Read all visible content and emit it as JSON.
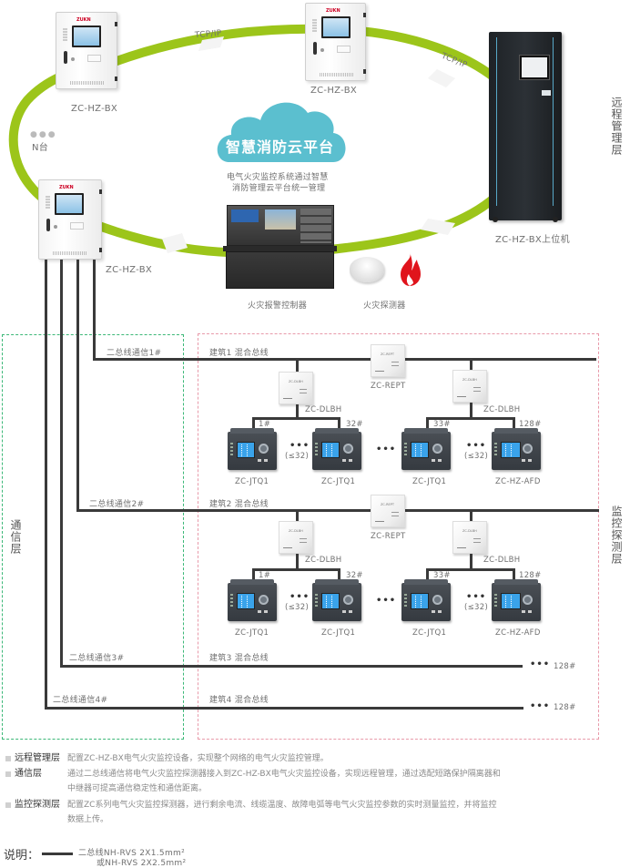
{
  "remote_layer": {
    "side_label": "远程管理层",
    "devices": [
      {
        "label": "ZC-HZ-BX"
      },
      {
        "label": "ZC-HZ-BX"
      },
      {
        "label": "ZC-HZ-BX"
      },
      {
        "label": "ZC-HZ-BX上位机"
      }
    ],
    "n_units_label": "N台",
    "tcp_labels": [
      "TCP/IP",
      "TCP/IP"
    ],
    "cloud_title": "智慧消防云平台",
    "cloud_desc_line1": "电气火灾监控系统通过智慧",
    "cloud_desc_line2": "消防管理云平台统一管理",
    "fire_alarm_controller_label": "火灾报警控制器",
    "fire_detector_label": "火灾探测器",
    "colors": {
      "ring": "#9cc51a",
      "cloud": "#5bbfcf",
      "flame": "#e0141c"
    }
  },
  "comm_layer": {
    "side_label": "通信层",
    "buses": [
      "二总线通信1#",
      "二总线通信2#",
      "二总线通信3#",
      "二总线通信4#"
    ],
    "border_color": "#3cb878"
  },
  "monitor_layer": {
    "side_label": "监控探测层",
    "border_color": "#e89aaa",
    "buildings": [
      {
        "bus_label": "建筑1  混合总线",
        "repeater_label": "ZC-REPT",
        "isolator_left_label": "ZC-DLBH",
        "isolator_right_label": "ZC-DLBH",
        "nums": [
          "1#",
          "32#",
          "33#",
          "128#"
        ],
        "count_left": "(≤32)",
        "count_right": "(≤32)",
        "meters": [
          "ZC-JTQ1",
          "ZC-JTQ1",
          "ZC-JTQ1",
          "ZC-HZ-AFD"
        ]
      },
      {
        "bus_label": "建筑2  混合总线",
        "repeater_label": "ZC-REPT",
        "isolator_left_label": "ZC-DLBH",
        "isolator_right_label": "ZC-DLBH",
        "nums": [
          "1#",
          "32#",
          "33#",
          "128#"
        ],
        "count_left": "(≤32)",
        "count_right": "(≤32)",
        "meters": [
          "ZC-JTQ1",
          "ZC-JTQ1",
          "ZC-JTQ1",
          "ZC-HZ-AFD"
        ]
      },
      {
        "bus_label": "建筑3  混合总线",
        "end_label": "128#"
      },
      {
        "bus_label": "建筑4  混合总线",
        "end_label": "128#"
      }
    ]
  },
  "legend": {
    "items": [
      {
        "name": "远程管理层",
        "desc": "配置ZC-HZ-BX电气火灾监控设备，实现整个网络的电气火灾监控管理。"
      },
      {
        "name": "通信层",
        "desc": "通过二总线通信将电气火灾监控探测器接入到ZC-HZ-BX电气火灾监控设备，实现远程管理，通过选配短路保护隔离器和中继器可提高通信稳定性和通信距离。"
      },
      {
        "name": "监控探测层",
        "desc": "配置ZC系列电气火灾监控探测器，进行剩余电流、线缆温度、故障电弧等电气火灾监控参数的实时测量监控，并将监控数据上传。"
      }
    ],
    "note_title": "说明：",
    "note_line1": "二总线NH-RVS 2X1.5mm²",
    "note_line2": "或NH-RVS 2X2.5mm²"
  }
}
